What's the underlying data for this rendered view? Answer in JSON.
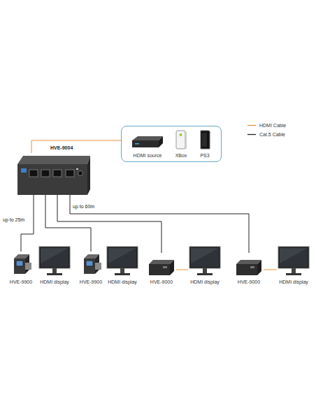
{
  "diagram": {
    "nodes": [
      {
        "text": [
          "HDMI source",
          "XBox",
          "PS3"
        ]
      },
      {
        "text": [
          "HVE-9004"
        ]
      },
      {
        "text": [
          "HVE-9900"
        ]
      },
      {
        "text": [
          "HDMI display"
        ]
      },
      {
        "text": [
          "HVE-9900"
        ]
      },
      {
        "text": [
          "HDMI display"
        ]
      },
      {
        "text": [
          "HVE-9000"
        ]
      },
      {
        "text": [
          "HDMI display"
        ]
      },
      {
        "text": [
          "HVE-9000"
        ]
      },
      {
        "text": [
          "HDMI display"
        ]
      }
    ],
    "edges": [
      {
        "from": 0,
        "to": 1,
        "arrow": "none"
      },
      {
        "from": 1,
        "to": 2,
        "arrow": "none"
      },
      {
        "from": 1,
        "to": 4,
        "arrow": "none"
      },
      {
        "from": 1,
        "to": 6,
        "arrow": "none"
      },
      {
        "from": 1,
        "to": 8,
        "arrow": "none"
      },
      {
        "from": 6,
        "to": 7,
        "arrow": "none"
      },
      {
        "from": 8,
        "to": 9,
        "arrow": "none"
      }
    ],
    "labels": [
      "up to 25m",
      "up to 60m"
    ],
    "legend": [
      {
        "text": "HDMI Cable"
      },
      {
        "text": "Cat.5 Cable"
      }
    ]
  }
}
